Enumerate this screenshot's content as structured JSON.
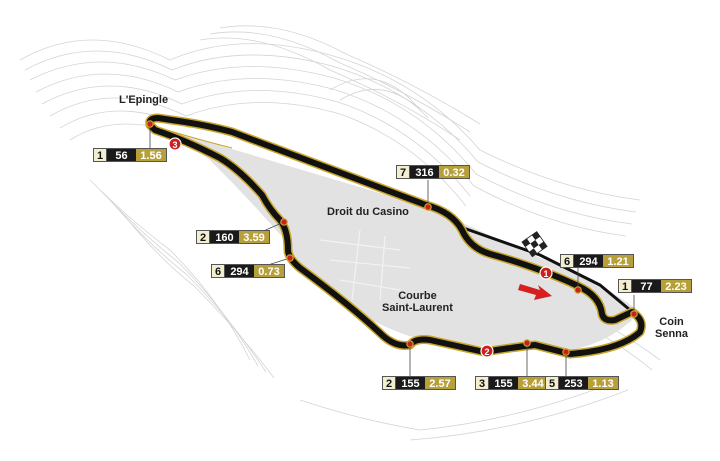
{
  "labels": {
    "epingle": "L'Epingle",
    "droit": "Droit du Casino",
    "courbe_line1": "Courbe",
    "courbe_line2": "Saint-Laurent",
    "senna_line1": "Coin",
    "senna_line2": "Senna"
  },
  "zones": [
    "1",
    "2",
    "3"
  ],
  "corners": [
    {
      "gear": "1",
      "speed": "56",
      "g": "1.56"
    },
    {
      "gear": "7",
      "speed": "316",
      "g": "0.32"
    },
    {
      "gear": "2",
      "speed": "160",
      "g": "3.59"
    },
    {
      "gear": "6",
      "speed": "294",
      "g": "0.73"
    },
    {
      "gear": "6",
      "speed": "294",
      "g": "1.21"
    },
    {
      "gear": "1",
      "speed": "77",
      "g": "2.23"
    },
    {
      "gear": "2",
      "speed": "155",
      "g": "2.57"
    },
    {
      "gear": "3",
      "speed": "155",
      "g": "3.44"
    },
    {
      "gear": "5",
      "speed": "253",
      "g": "1.13"
    }
  ],
  "colors": {
    "track": "#111111",
    "track_edge": "#c9a52b",
    "land": "#e2e2e2",
    "marker": "#cc1f1f",
    "badge_speed": "#1a1a1a",
    "badge_gforce": "#b7a03a"
  },
  "icons": [
    "checkered-flag-icon",
    "direction-arrow-icon"
  ]
}
